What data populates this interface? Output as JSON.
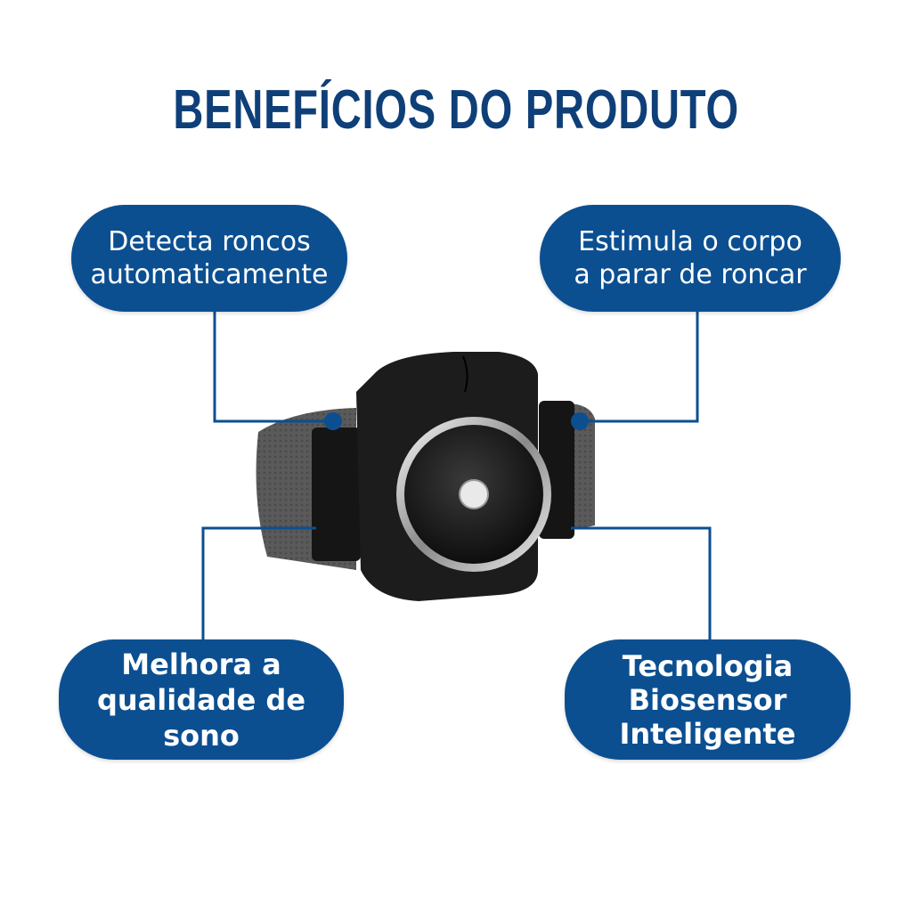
{
  "title": "BENEFÍCIOS DO PRODUTO",
  "benefits": [
    {
      "lines": [
        "Detecta roncos",
        "automaticamente"
      ]
    },
    {
      "lines": [
        "Estimula o corpo",
        "a parar de roncar"
      ]
    },
    {
      "lines": [
        "Melhora a",
        "qualidade de sono"
      ]
    },
    {
      "lines": [
        "Tecnologia",
        "Biosensor",
        "Inteligente"
      ]
    }
  ],
  "colors": {
    "title": "#0f3f78",
    "pill": "#0b4f91",
    "line": "#0b4f91"
  }
}
